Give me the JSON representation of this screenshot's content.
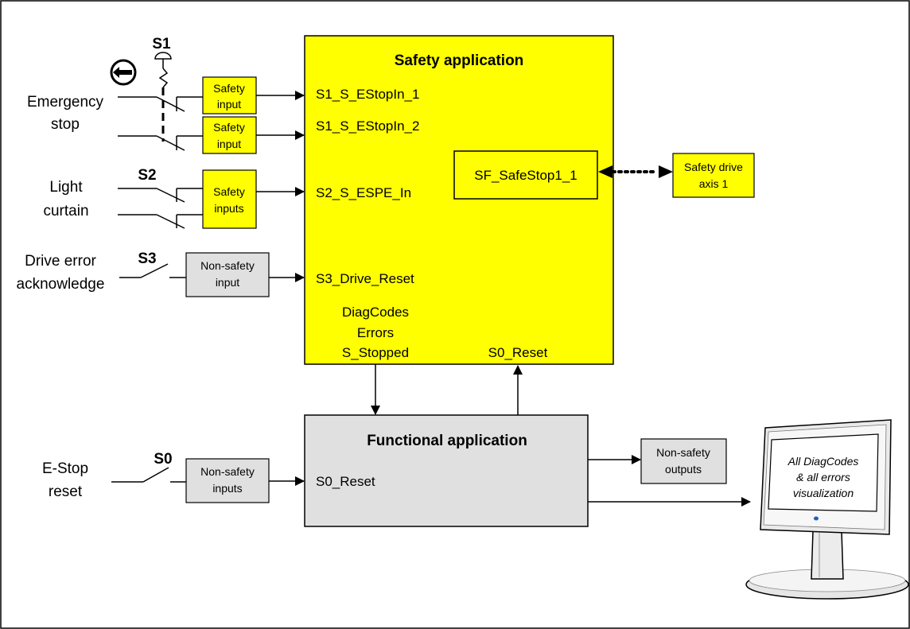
{
  "safety_app": {
    "title": "Safety application",
    "inputs": [
      "S1_S_EStopIn_1",
      "S1_S_EStopIn_2",
      "S2_S_ESPE_In",
      "S3_Drive_Reset"
    ],
    "outputs": [
      "DiagCodes",
      "Errors",
      "S_Stopped"
    ],
    "reset_port": "S0_Reset",
    "block": "SF_SafeStop1_1"
  },
  "drive": {
    "line1": "Safety drive",
    "line2": "axis 1"
  },
  "functional_app": {
    "title": "Functional application",
    "input": "S0_Reset"
  },
  "switches": {
    "s1": "S1",
    "s2": "S2",
    "s3": "S3",
    "s0": "S0"
  },
  "labels": {
    "emergency_1": "Emergency",
    "emergency_2": "stop",
    "light_1": "Light",
    "light_2": "curtain",
    "drive_err_1": "Drive error",
    "drive_err_2": "acknowledge",
    "estop_1": "E-Stop",
    "estop_2": "reset"
  },
  "io_boxes": {
    "safety_input": {
      "l1": "Safety",
      "l2": "input"
    },
    "safety_inputs": {
      "l1": "Safety",
      "l2": "inputs"
    },
    "nonsafety_input": {
      "l1": "Non-safety",
      "l2": "input"
    },
    "nonsafety_inputs": {
      "l1": "Non-safety",
      "l2": "inputs"
    },
    "nonsafety_outputs": {
      "l1": "Non-safety",
      "l2": "outputs"
    }
  },
  "monitor": {
    "l1": "All DiagCodes",
    "l2": "& all errors",
    "l3": "visualization"
  },
  "colors": {
    "safety": "#ffff00",
    "functional": "#e0e0e0",
    "line": "#000000"
  }
}
